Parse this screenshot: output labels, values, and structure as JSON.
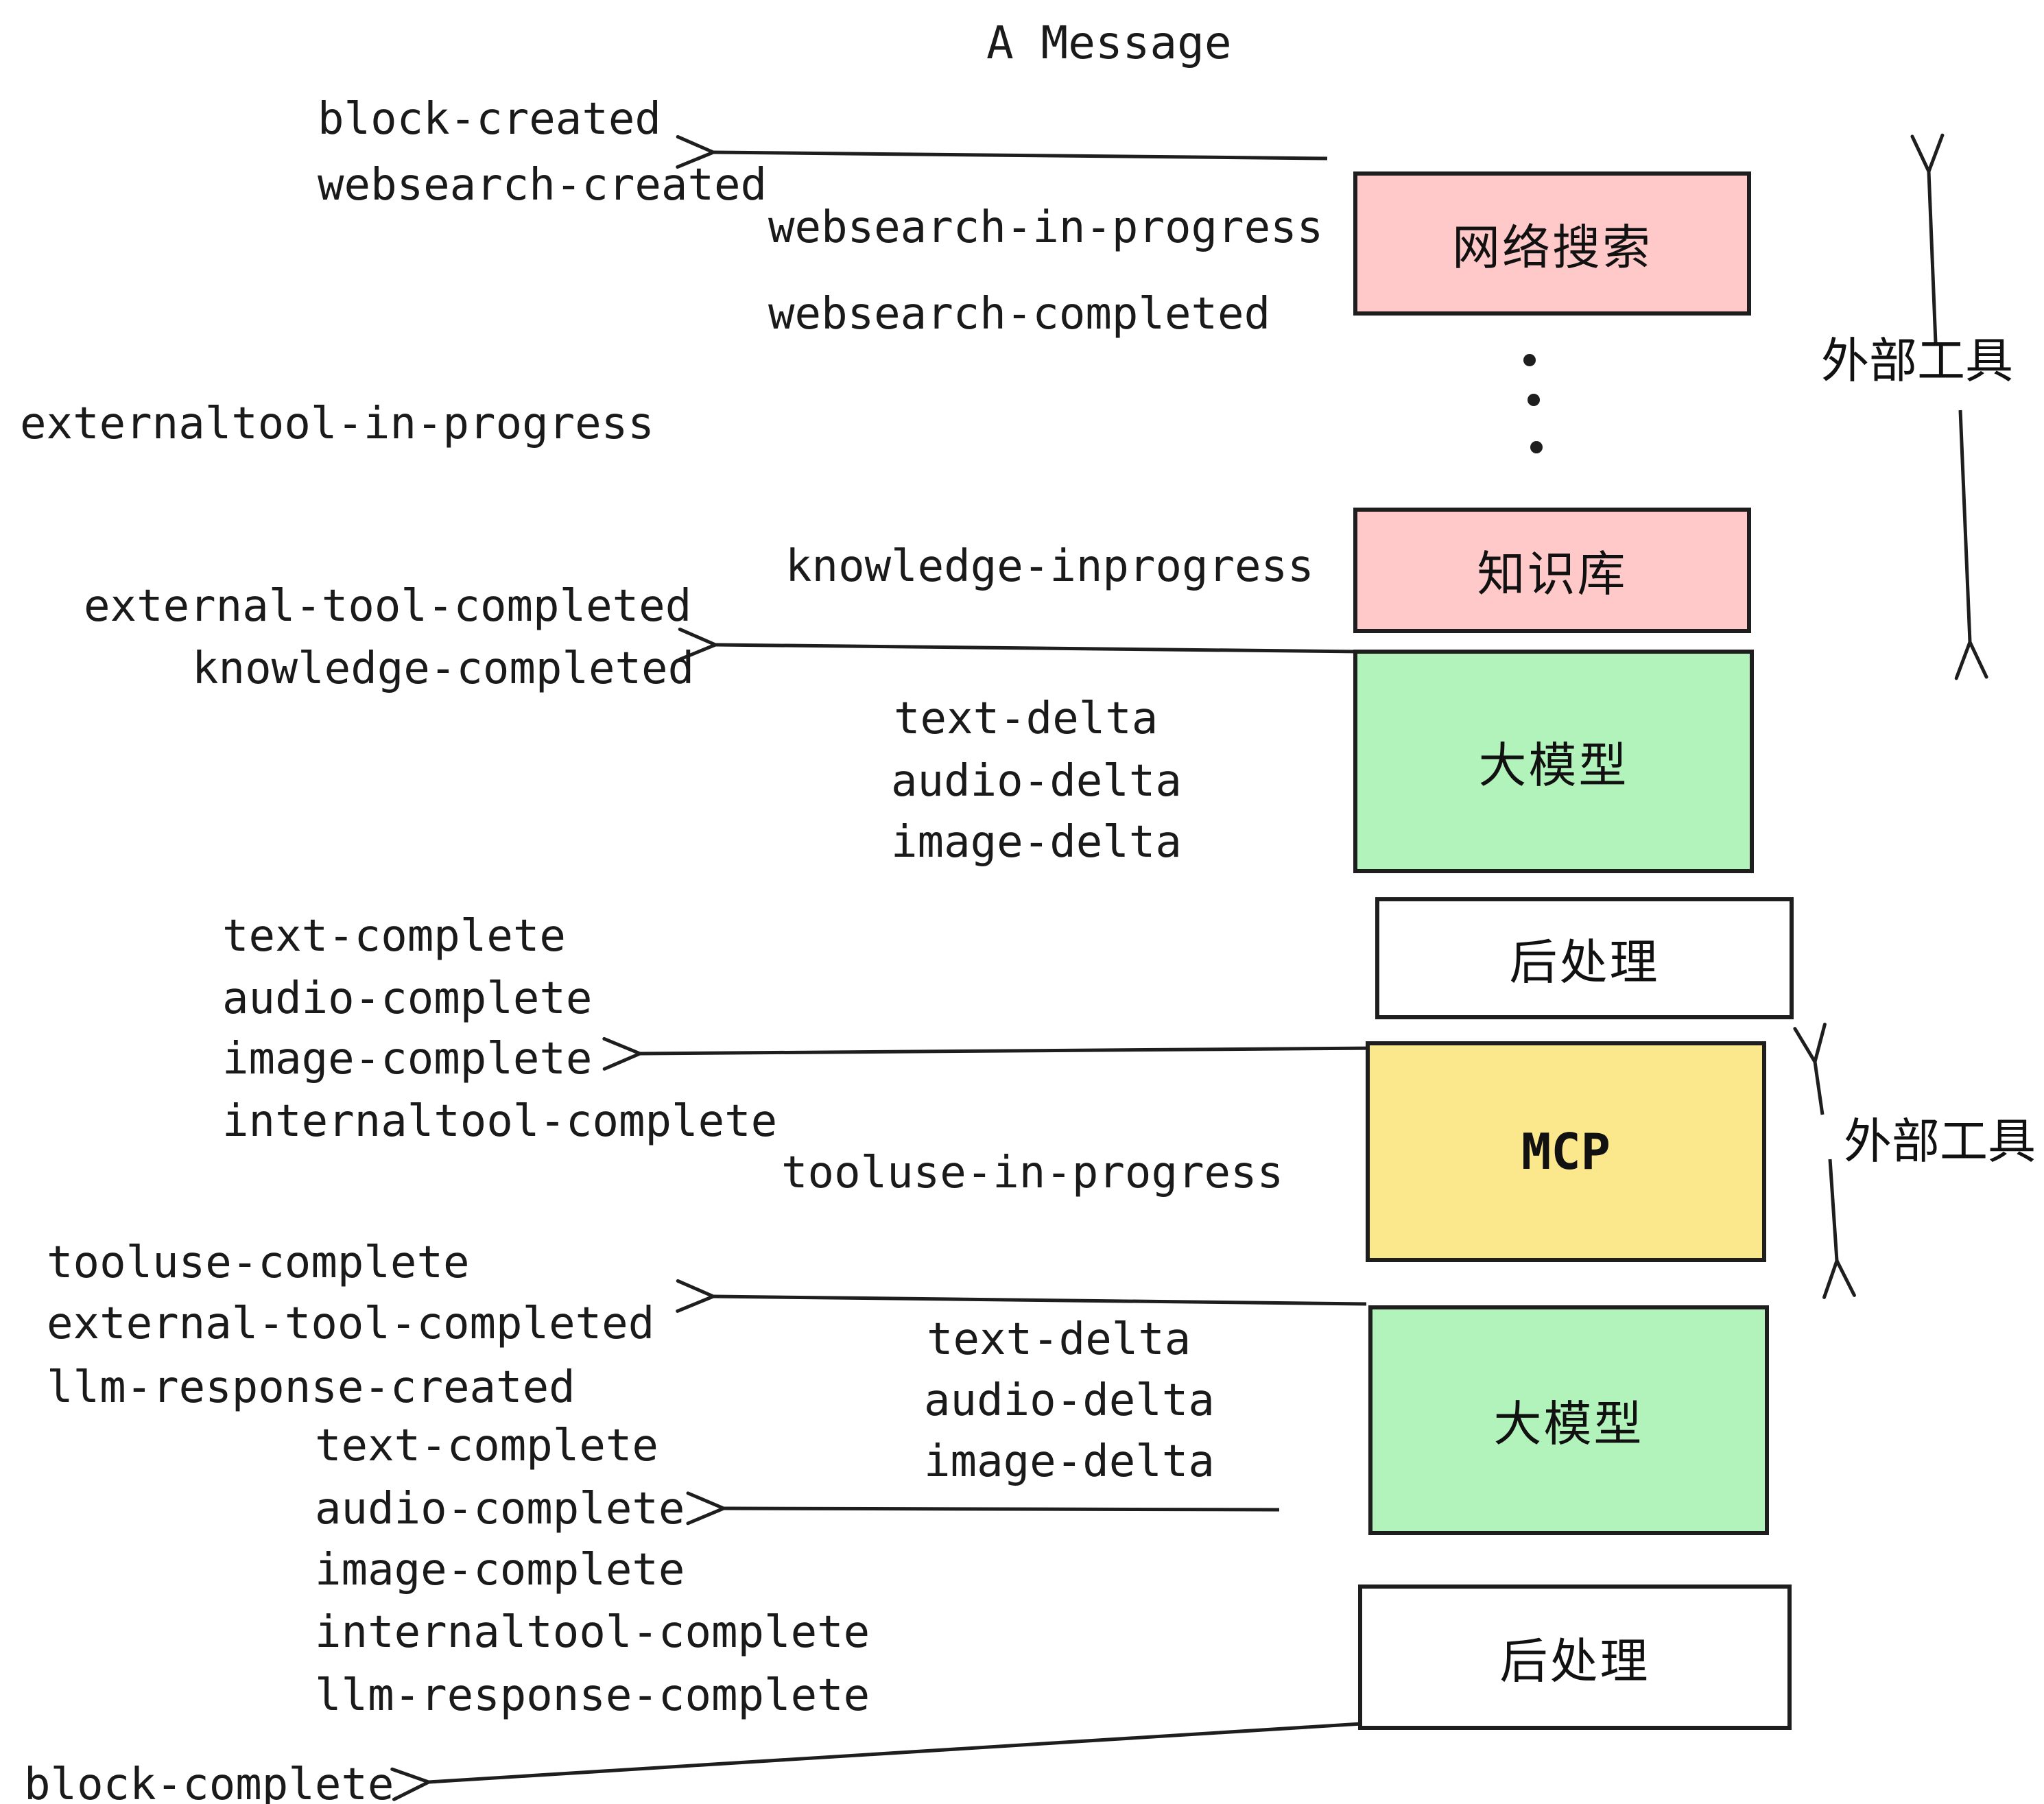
{
  "title": "A Message",
  "events": [
    {
      "text": "block-created"
    },
    {
      "text": "websearch-created"
    },
    {
      "text": "websearch-in-progress"
    },
    {
      "text": "websearch-completed"
    },
    {
      "text": "externaltool-in-progress"
    },
    {
      "text": "external-tool-completed"
    },
    {
      "text": "knowledge-completed"
    },
    {
      "text": "knowledge-inprogress"
    },
    {
      "text": "text-delta"
    },
    {
      "text": "audio-delta"
    },
    {
      "text": "image-delta"
    },
    {
      "text": "text-complete"
    },
    {
      "text": "audio-complete"
    },
    {
      "text": "image-complete"
    },
    {
      "text": "internaltool-complete"
    },
    {
      "text": "tooluse-in-progress"
    },
    {
      "text": "tooluse-complete"
    },
    {
      "text": "external-tool-completed"
    },
    {
      "text": "llm-response-created"
    },
    {
      "text": "text-complete"
    },
    {
      "text": "audio-complete"
    },
    {
      "text": "image-complete"
    },
    {
      "text": "internaltool-complete"
    },
    {
      "text": "llm-response-complete"
    },
    {
      "text": "block-complete"
    }
  ],
  "boxes": [
    {
      "id": "websearch",
      "label": "网络搜索"
    },
    {
      "id": "knowledge",
      "label": "知识库"
    },
    {
      "id": "llm-1",
      "label": "大模型"
    },
    {
      "id": "postprocess-1",
      "label": "后处理"
    },
    {
      "id": "mcp",
      "label": "MCP"
    },
    {
      "id": "llm-2",
      "label": "大模型"
    },
    {
      "id": "postprocess-2",
      "label": "后处理"
    }
  ],
  "side_labels": [
    {
      "text": "外部工具"
    },
    {
      "text": "外部工具"
    }
  ],
  "colors": {
    "pink": "#ffc9c9",
    "green": "#b2f2bb",
    "yellow": "#fbe78c",
    "white": "#ffffff",
    "stroke": "#1e1e1e",
    "text": "#1a1a1a"
  }
}
